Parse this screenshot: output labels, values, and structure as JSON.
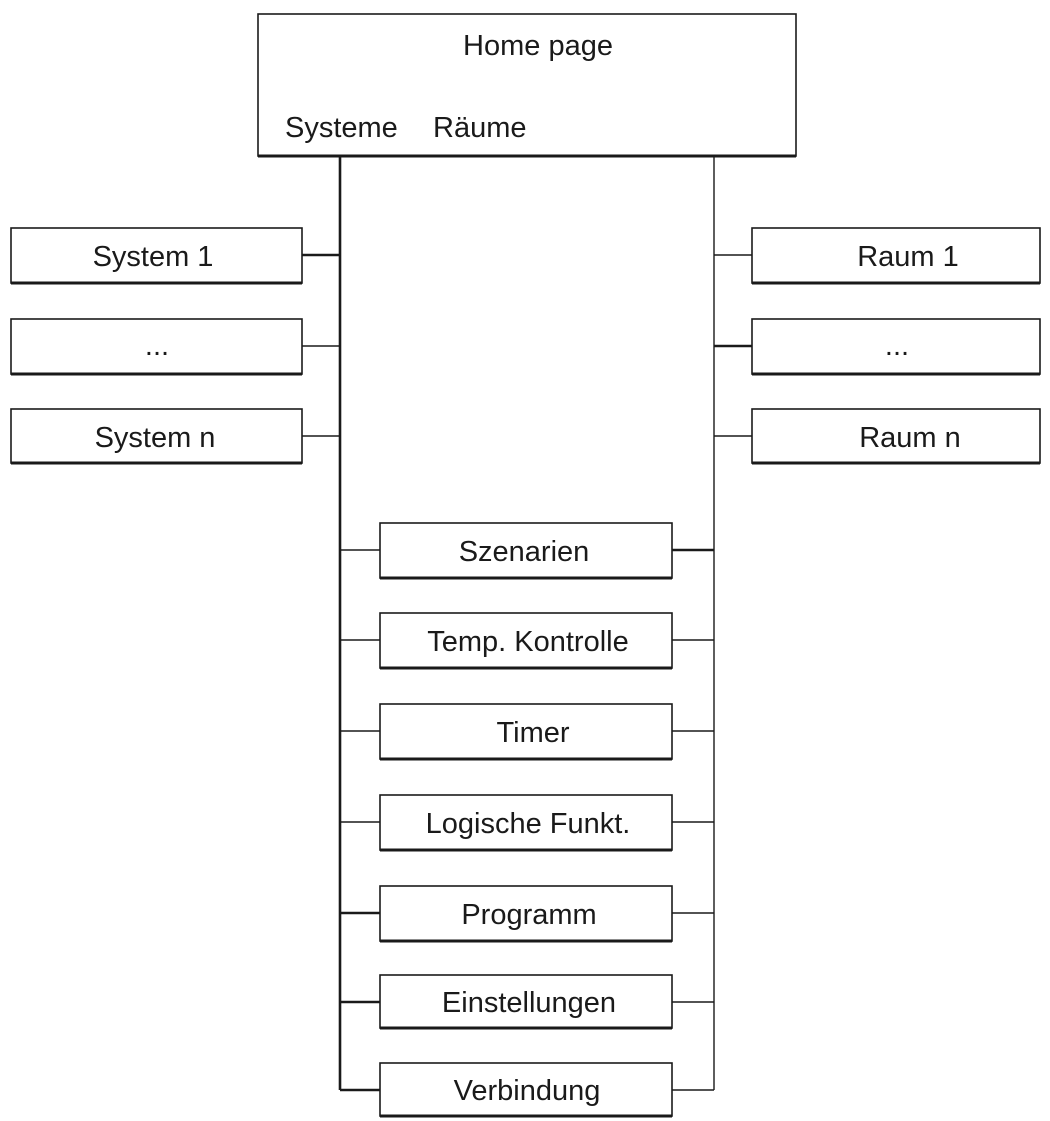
{
  "home": {
    "title": "Home page",
    "systeme": "Systeme",
    "raeume": "Räume"
  },
  "systems": [
    {
      "label": "System 1"
    },
    {
      "label": "..."
    },
    {
      "label": "System n"
    }
  ],
  "rooms": [
    {
      "label": "Raum 1"
    },
    {
      "label": "..."
    },
    {
      "label": "Raum n"
    }
  ],
  "functions": [
    {
      "label": "Szenarien"
    },
    {
      "label": "Temp. Kontrolle"
    },
    {
      "label": "Timer"
    },
    {
      "label": "Logische Funkt."
    },
    {
      "label": "Programm"
    },
    {
      "label": "Einstellungen"
    },
    {
      "label": "Verbindung"
    }
  ]
}
